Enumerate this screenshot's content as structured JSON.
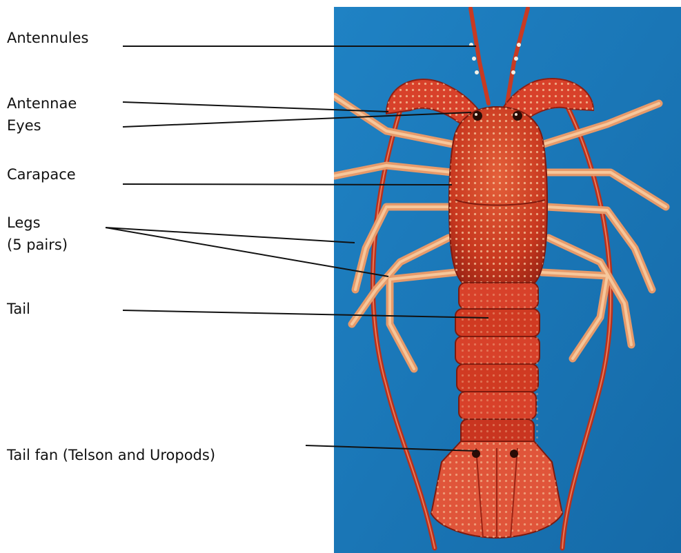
{
  "labels": {
    "antennules": "Antennules",
    "antennae": "Antennae",
    "eyes": "Eyes",
    "carapace": "Carapace",
    "legs_line1": "Legs",
    "legs_line2": "(5 pairs)",
    "tail": "Tail",
    "tail_fan": "Tail fan (Telson and Uropods)"
  },
  "colors": {
    "background": "#1a78b8",
    "lobster_shell": "#d8412a",
    "lobster_dark": "#8e1e12",
    "leg_light": "#f0b07a",
    "leader_line": "#111111"
  }
}
